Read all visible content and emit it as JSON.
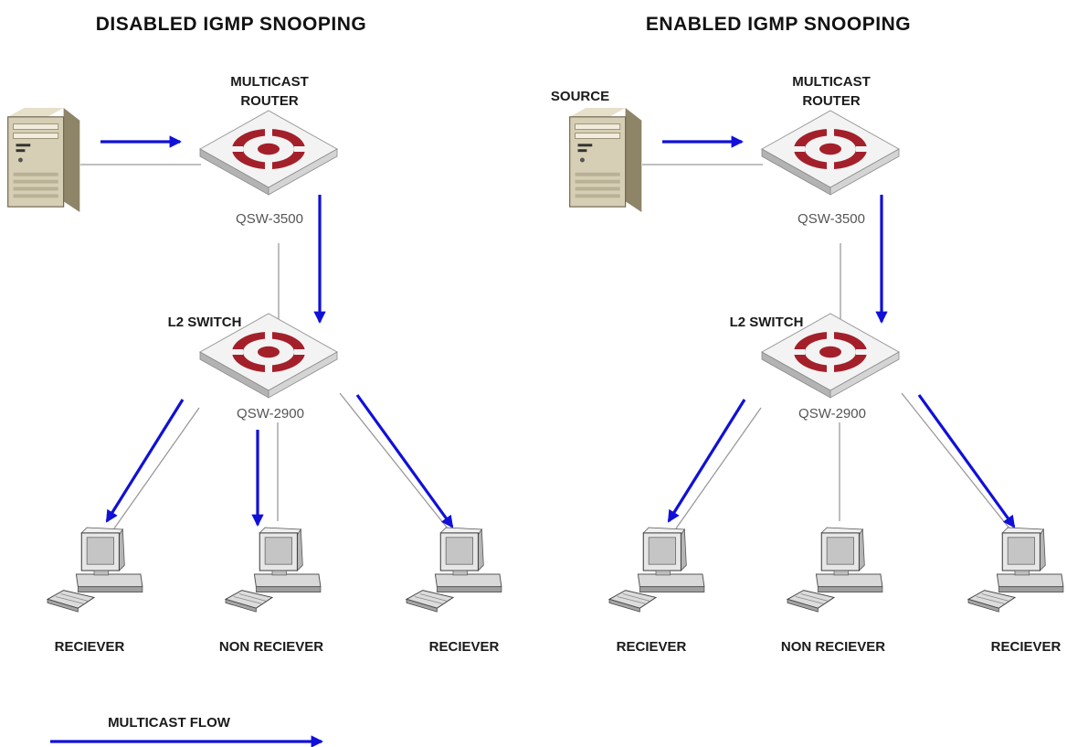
{
  "panels": [
    {
      "title": "DISABLED IGMP SNOOPING",
      "source_label": "",
      "router_label_line1": "MULTICAST",
      "router_label_line2": "ROUTER",
      "router_model": "QSW-3500",
      "switch_label": "L2 SWITCH",
      "switch_model": "QSW-2900",
      "hosts": [
        "RECIEVER",
        "NON RECIEVER",
        "RECIEVER"
      ],
      "flow_to_hosts": [
        true,
        true,
        true
      ]
    },
    {
      "title": "ENABLED IGMP SNOOPING",
      "source_label": "SOURCE",
      "router_label_line1": "MULTICAST",
      "router_label_line2": "ROUTER",
      "router_model": "QSW-3500",
      "switch_label": "L2 SWITCH",
      "switch_model": "QSW-2900",
      "hosts": [
        "RECIEVER",
        "NON RECIEVER",
        "RECIEVER"
      ],
      "flow_to_hosts": [
        true,
        false,
        true
      ]
    }
  ],
  "legend": {
    "label": "MULTICAST FLOW"
  },
  "colors": {
    "flow": "#1010d8",
    "link": "#9a9a9a",
    "device_accent": "#a3202a"
  },
  "icons": {
    "source": "server-tower-icon",
    "router": "multicast-router-icon",
    "switch": "l2-switch-icon",
    "host": "desktop-computer-icon"
  }
}
